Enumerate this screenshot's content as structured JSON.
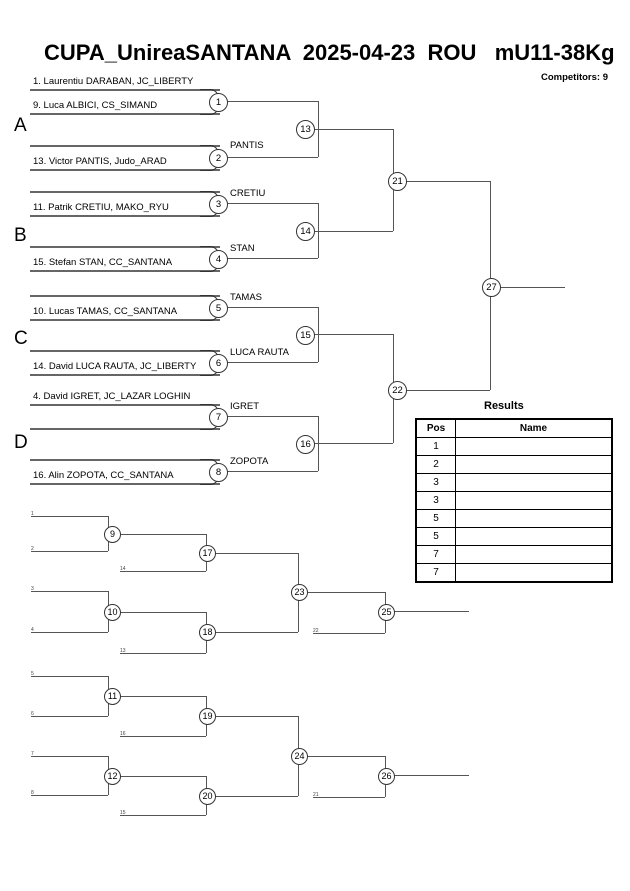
{
  "header": {
    "title": "CUPA_UnireaSANTANA  2025-04-23  ROU   mU11-38Kg",
    "competitors": "Competitors: 9"
  },
  "groups": [
    {
      "letter": "A"
    },
    {
      "letter": "B"
    },
    {
      "letter": "C"
    },
    {
      "letter": "D"
    }
  ],
  "entrants": [
    {
      "label": "1. Laurentiu DARABAN, JC_LIBERTY"
    },
    {
      "label": "9. Luca ALBICI, CS_SIMAND"
    },
    {
      "label": "13. Victor PANTIS, Judo_ARAD"
    },
    {
      "label": "11. Patrik CRETIU, MAKO_RYU"
    },
    {
      "label": "15. Stefan STAN, CC_SANTANA"
    },
    {
      "label": "10. Lucas TAMAS, CC_SANTANA"
    },
    {
      "label": "14. David LUCA RAUTA, JC_LIBERTY"
    },
    {
      "label": "4. David IGRET, JC_LAZAR LOGHIN"
    },
    {
      "label": "16. Alin ZOPOTA, CC_SANTANA"
    }
  ],
  "main_matches": [
    {
      "num": "1",
      "winner": ""
    },
    {
      "num": "2",
      "winner": "PANTIS"
    },
    {
      "num": "3",
      "winner": "CRETIU"
    },
    {
      "num": "4",
      "winner": "STAN"
    },
    {
      "num": "5",
      "winner": "TAMAS"
    },
    {
      "num": "6",
      "winner": "LUCA RAUTA"
    },
    {
      "num": "7",
      "winner": "IGRET"
    },
    {
      "num": "8",
      "winner": "ZOPOTA"
    },
    {
      "num": "13",
      "winner": ""
    },
    {
      "num": "14",
      "winner": ""
    },
    {
      "num": "15",
      "winner": ""
    },
    {
      "num": "16",
      "winner": ""
    },
    {
      "num": "21",
      "winner": ""
    },
    {
      "num": "22",
      "winner": ""
    },
    {
      "num": "27",
      "winner": ""
    }
  ],
  "repechage_matches": [
    {
      "num": "9"
    },
    {
      "num": "10"
    },
    {
      "num": "11"
    },
    {
      "num": "12"
    },
    {
      "num": "17"
    },
    {
      "num": "18"
    },
    {
      "num": "19"
    },
    {
      "num": "20"
    },
    {
      "num": "23"
    },
    {
      "num": "24"
    },
    {
      "num": "25"
    },
    {
      "num": "26"
    }
  ],
  "repechage_feeds": [
    {
      "id": "f1",
      "label": "1"
    },
    {
      "id": "f2",
      "label": "2"
    },
    {
      "id": "f3",
      "label": "3"
    },
    {
      "id": "f4",
      "label": "4"
    },
    {
      "id": "f5",
      "label": "5"
    },
    {
      "id": "f6",
      "label": "6"
    },
    {
      "id": "f7",
      "label": "7"
    },
    {
      "id": "f8",
      "label": "8"
    },
    {
      "id": "f14",
      "label": "14"
    },
    {
      "id": "f13",
      "label": "13"
    },
    {
      "id": "f16",
      "label": "16"
    },
    {
      "id": "f15",
      "label": "15"
    },
    {
      "id": "f22",
      "label": "22"
    },
    {
      "id": "f21",
      "label": "21"
    }
  ],
  "results": {
    "title": "Results",
    "columns": {
      "pos": "Pos",
      "name": "Name"
    },
    "rows": [
      {
        "pos": "1",
        "name": ""
      },
      {
        "pos": "2",
        "name": ""
      },
      {
        "pos": "3",
        "name": ""
      },
      {
        "pos": "3",
        "name": ""
      },
      {
        "pos": "5",
        "name": ""
      },
      {
        "pos": "5",
        "name": ""
      },
      {
        "pos": "7",
        "name": ""
      },
      {
        "pos": "7",
        "name": ""
      }
    ]
  }
}
